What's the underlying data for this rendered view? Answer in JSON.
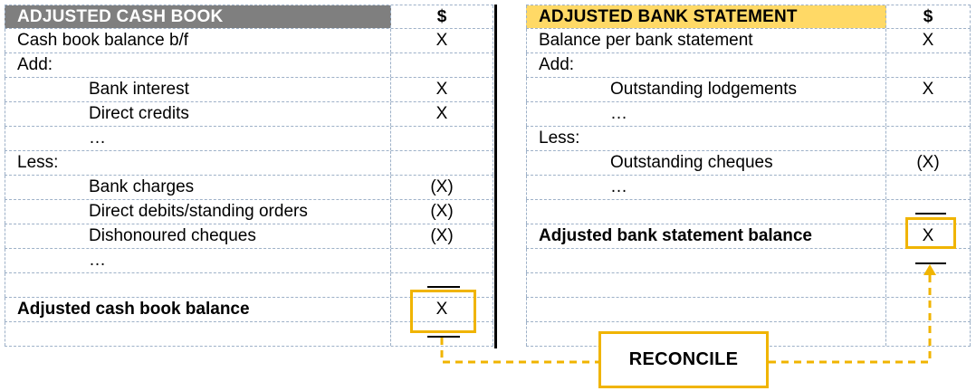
{
  "cash_book": {
    "title": "ADJUSTED CASH BOOK",
    "currency": "$",
    "rows": [
      {
        "label": "Cash book balance b/f",
        "amount": "X"
      },
      {
        "label": "Add:",
        "amount": ""
      },
      {
        "label": "Bank interest",
        "amount": "X"
      },
      {
        "label": "Direct credits",
        "amount": "X"
      },
      {
        "label": "…",
        "amount": ""
      },
      {
        "label": "Less:",
        "amount": ""
      },
      {
        "label": "Bank charges",
        "amount": "(X)"
      },
      {
        "label": "Direct debits/standing orders",
        "amount": "(X)"
      },
      {
        "label": "Dishonoured cheques",
        "amount": "(X)"
      },
      {
        "label": "…",
        "amount": ""
      },
      {
        "label": "",
        "amount": ""
      },
      {
        "label": "Adjusted cash book balance",
        "amount": "X"
      },
      {
        "label": "",
        "amount": ""
      }
    ]
  },
  "bank_statement": {
    "title": "ADJUSTED BANK STATEMENT",
    "currency": "$",
    "rows": [
      {
        "label": "Balance per bank statement",
        "amount": "X"
      },
      {
        "label": "Add:",
        "amount": ""
      },
      {
        "label": "Outstanding lodgements",
        "amount": "X"
      },
      {
        "label": "…",
        "amount": ""
      },
      {
        "label": "Less:",
        "amount": ""
      },
      {
        "label": "Outstanding cheques",
        "amount": "(X)"
      },
      {
        "label": "…",
        "amount": ""
      },
      {
        "label": "",
        "amount": ""
      },
      {
        "label": "Adjusted bank statement balance",
        "amount": "X"
      },
      {
        "label": "",
        "amount": ""
      },
      {
        "label": "",
        "amount": ""
      },
      {
        "label": "",
        "amount": ""
      },
      {
        "label": "",
        "amount": ""
      }
    ]
  },
  "reconcile": {
    "label": "RECONCILE"
  },
  "colors": {
    "cash_header": "#7f7f7f",
    "bank_header": "#ffd966",
    "highlight": "#f0b400",
    "grid": "#9eb1c8"
  }
}
